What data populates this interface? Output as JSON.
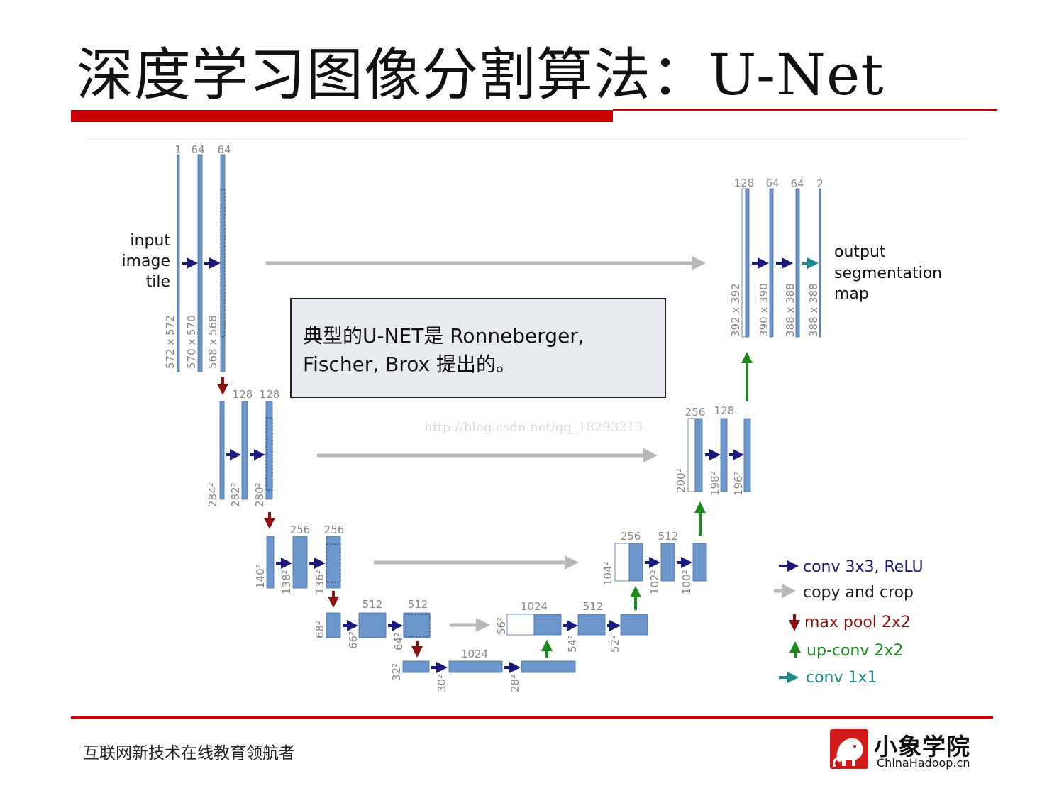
{
  "title": "深度学习图像分割算法：U-Net",
  "callout_text": "典型的U-NET是 Ronneberger, Fischer, Brox 提出的。",
  "watermark": "http://blog.csdn.net/qq_18293213",
  "footer_text": "互联网新技术在线教育领航者",
  "logo": {
    "cn": "小象学院",
    "en": "ChinaHadoop.cn"
  },
  "input_label": [
    "input",
    "image",
    "tile"
  ],
  "output_label": [
    "output",
    "segmentation",
    "map"
  ],
  "colors": {
    "accent_red": "#cc0000",
    "feature_map": "#6d97cc",
    "conv_arrow": "#1a1a7a",
    "copy_arrow": "#b8b8b8",
    "pool_arrow": "#8b1010",
    "upconv_arrow": "#1a8a1a",
    "conv1x1_arrow": "#1a8a8a"
  },
  "legend": [
    {
      "label": "conv 3x3, ReLU",
      "kind": "conv"
    },
    {
      "label": "copy and crop",
      "kind": "copy"
    },
    {
      "label": "max pool 2x2",
      "kind": "pool"
    },
    {
      "label": "up-conv 2x2",
      "kind": "upconv"
    },
    {
      "label": "conv 1x1",
      "kind": "conv1x1"
    }
  ],
  "channel_labels": [
    "1",
    "64",
    "64",
    "128",
    "128",
    "256",
    "256",
    "512",
    "512",
    "1024",
    "1024",
    "512",
    "256",
    "512",
    "256",
    "128",
    "128",
    "64",
    "64",
    "2"
  ],
  "size_labels": [
    "572 x 572",
    "570 x 570",
    "568 x 568",
    "284²",
    "282²",
    "280²",
    "140²",
    "138²",
    "136²",
    "68²",
    "66²",
    "64²",
    "32²",
    "30²",
    "28²",
    "56²",
    "54²",
    "52²",
    "104²",
    "102²",
    "100²",
    "200²",
    "198²",
    "196²",
    "392 x 392",
    "390 x 390",
    "388 x 388",
    "388 x 388"
  ]
}
